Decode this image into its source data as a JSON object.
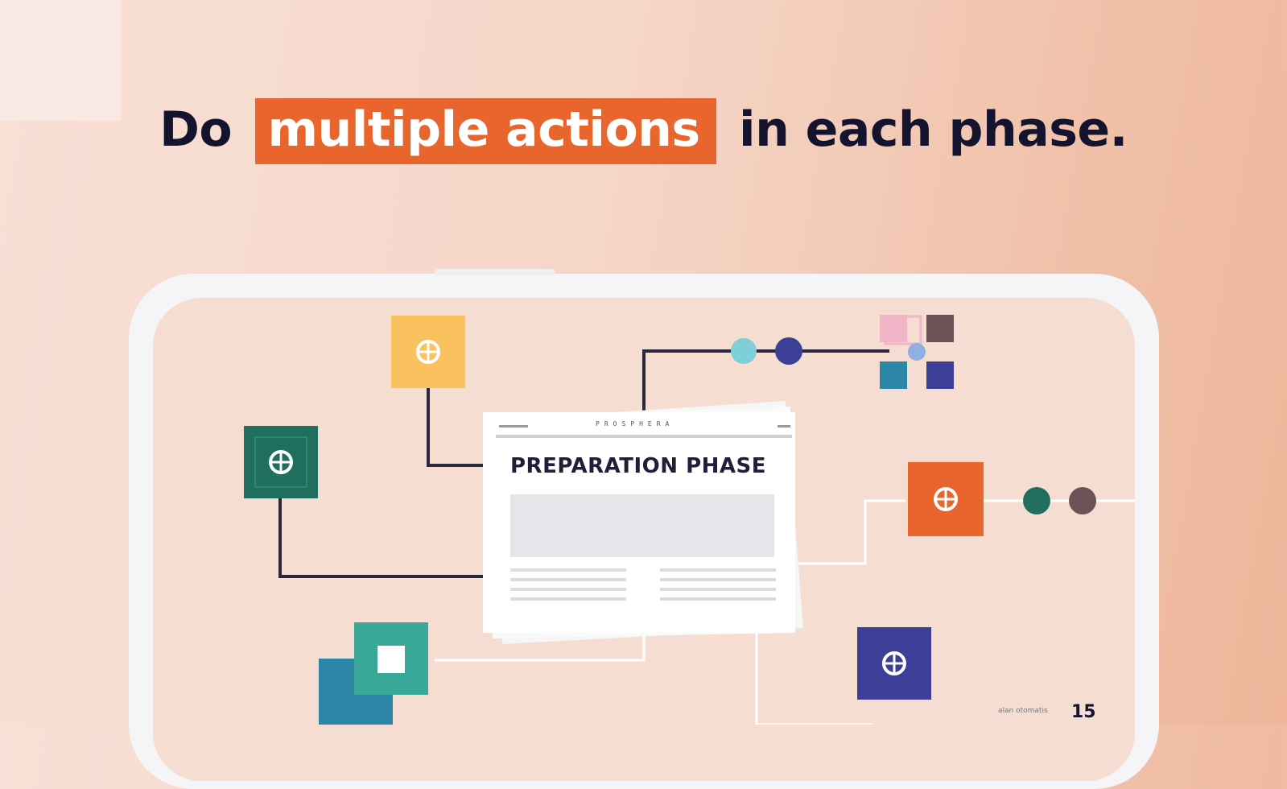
{
  "headline": {
    "before": "Do",
    "highlight": "multiple actions",
    "after": "in each phase."
  },
  "card": {
    "title": "PREPARATION PHASE",
    "header": "PROSPHERA"
  },
  "page": {
    "number": "15",
    "note": "alan otomatis"
  },
  "colors": {
    "accent_orange": "#e8652e",
    "dark_text": "#14142e",
    "yellow": "#f9c25e",
    "green": "#1f6e5e",
    "teal": "#3aa898",
    "blue": "#2c86a8",
    "indigo": "#3b3f97",
    "light_blue": "#7ecfd8",
    "pink": "#f2b5c8",
    "brown": "#6e5258"
  },
  "icons": [
    "compass-icon",
    "node-dot",
    "phone-frame"
  ]
}
